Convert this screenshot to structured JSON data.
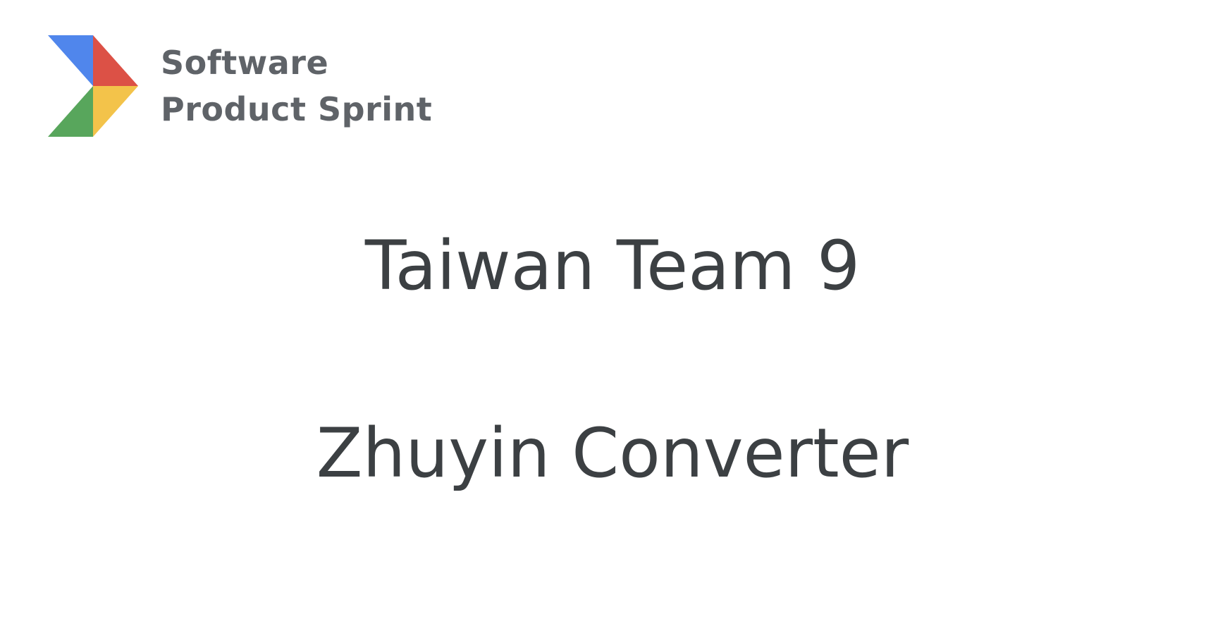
{
  "logo": {
    "line1": "Software",
    "line2": "Product Sprint",
    "colors": {
      "blue": "#4285f4",
      "red": "#db4437",
      "yellow": "#f4b400",
      "green": "#0f9d58"
    }
  },
  "slide": {
    "title_line1": "Taiwan Team 9",
    "title_line2": "Zhuyin Converter"
  }
}
